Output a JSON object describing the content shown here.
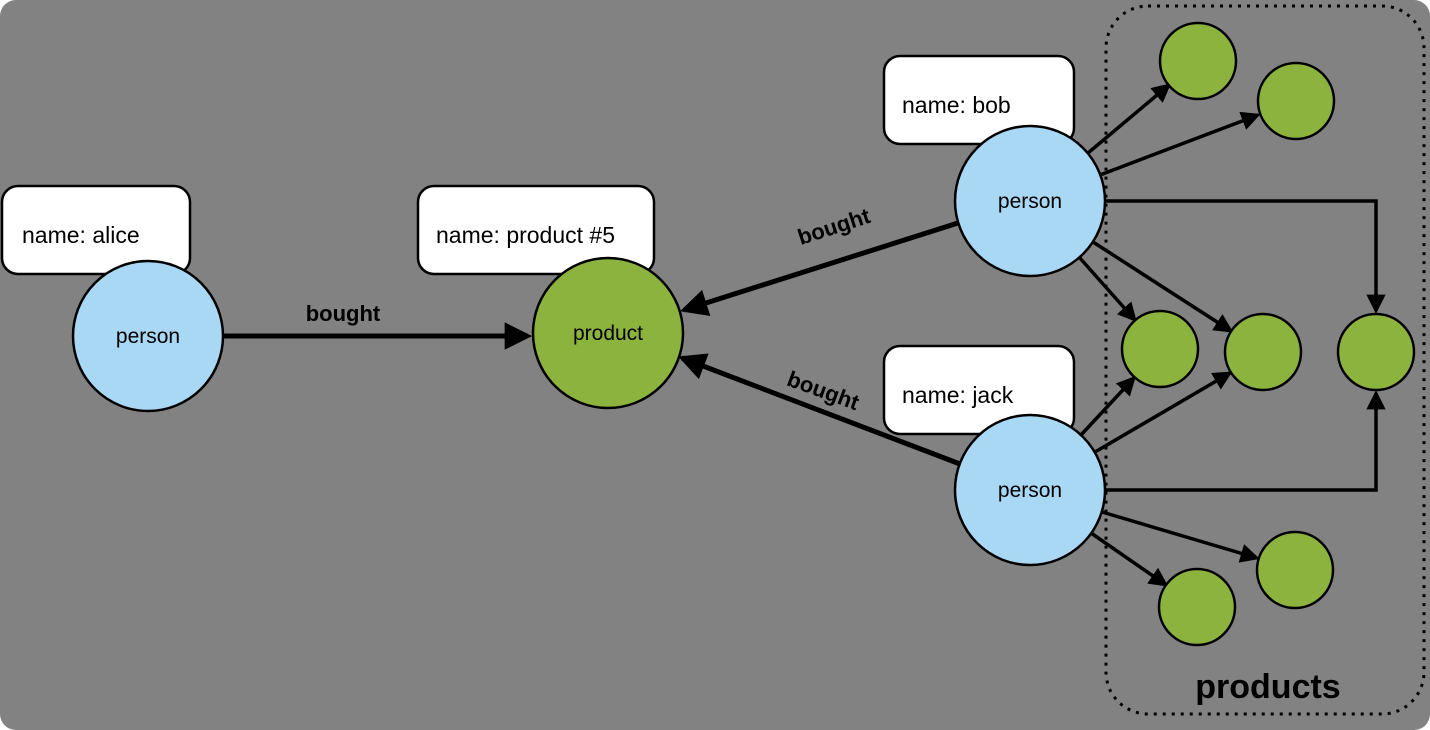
{
  "diagram": {
    "background_color": "#828282",
    "colors": {
      "person_fill": "#A9D8F5",
      "product_fill": "#8DB33F",
      "label_box_fill": "#FFFFFF",
      "outline": "#000000"
    },
    "nodes": {
      "alice": {
        "type_label": "person",
        "property_label": "name: alice"
      },
      "product5": {
        "type_label": "product",
        "property_label": "name: product #5"
      },
      "bob": {
        "type_label": "person",
        "property_label": "name: bob"
      },
      "jack": {
        "type_label": "person",
        "property_label": "name: jack"
      }
    },
    "edges": {
      "alice_to_product": {
        "label": "bought"
      },
      "bob_to_product": {
        "label": "bought"
      },
      "jack_to_product": {
        "label": "bought"
      }
    },
    "products_group": {
      "label": "products",
      "unlabeled_product_count": 7
    }
  }
}
